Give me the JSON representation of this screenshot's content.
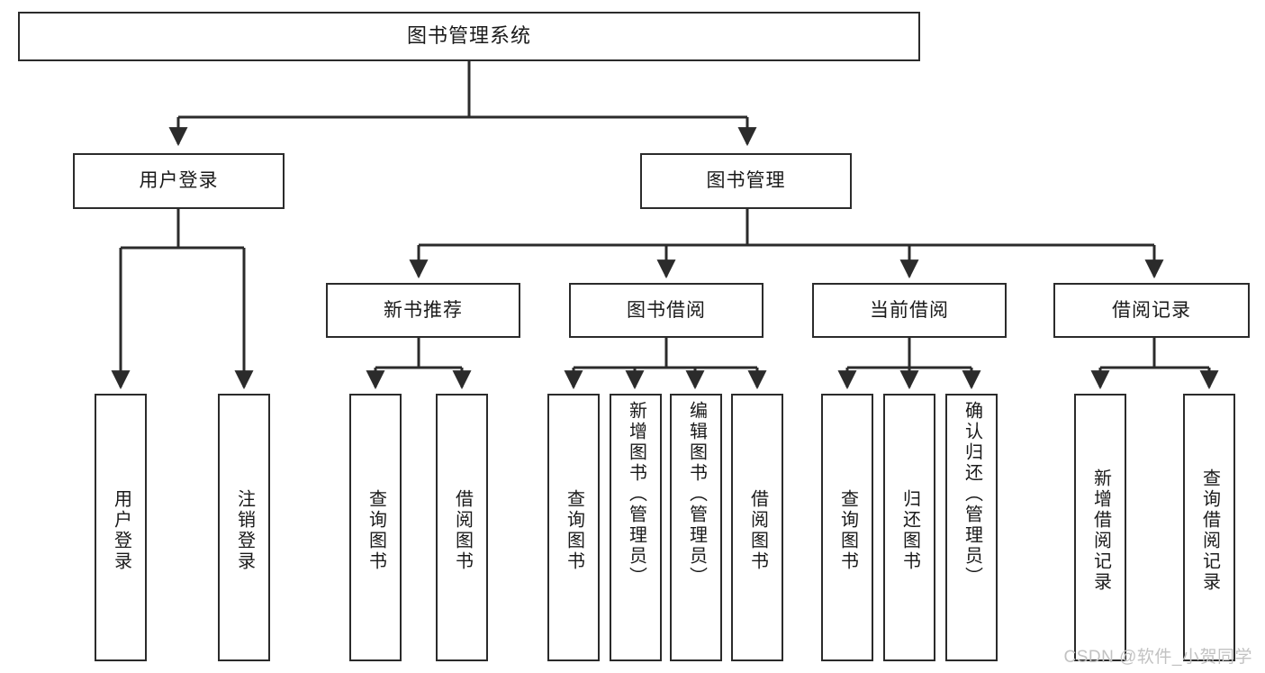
{
  "diagram": {
    "title": "图书管理系统",
    "type": "tree-hierarchy",
    "watermark": "CSDN @软件_小贺同学",
    "colors": {
      "box_border": "#2b2b2b",
      "box_fill": "#ffffff",
      "edge": "#2b2b2b",
      "text": "#1a1a1a",
      "watermark": "#c2c2c2"
    },
    "root": {
      "label": "图书管理系统"
    },
    "level1": [
      {
        "label": "用户登录"
      },
      {
        "label": "图书管理"
      }
    ],
    "level2": [
      {
        "label": "新书推荐"
      },
      {
        "label": "图书借阅"
      },
      {
        "label": "当前借阅"
      },
      {
        "label": "借阅记录"
      }
    ],
    "leaves": {
      "user_login": [
        {
          "label": "用户登录"
        },
        {
          "label": "注销登录"
        }
      ],
      "new_book_recommend": [
        {
          "label": "查询图书"
        },
        {
          "label": "借阅图书"
        }
      ],
      "book_borrow": [
        {
          "label": "查询图书"
        },
        {
          "label": "新增图书（管理员）"
        },
        {
          "label": "编辑图书（管理员）"
        },
        {
          "label": "借阅图书"
        }
      ],
      "current_borrow": [
        {
          "label": "查询图书"
        },
        {
          "label": "归还图书"
        },
        {
          "label": "确认归还（管理员）"
        }
      ],
      "borrow_record": [
        {
          "label": "新增借阅记录"
        },
        {
          "label": "查询借阅记录"
        }
      ]
    }
  }
}
